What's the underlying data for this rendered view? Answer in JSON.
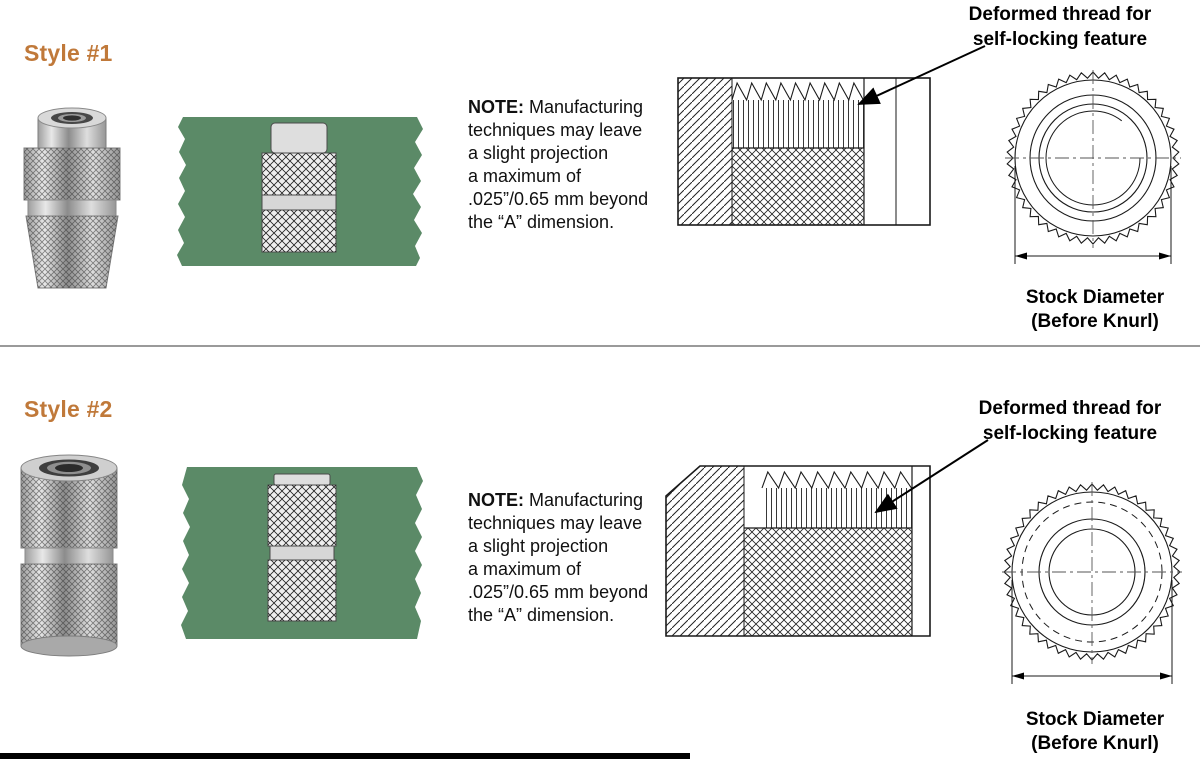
{
  "colors": {
    "heading_orange": "#c0793a",
    "panel_green": "#5b8a67"
  },
  "sections": [
    {
      "title": "Style #1",
      "note": {
        "label": "NOTE:",
        "line1_rest": " Manufacturing",
        "lines": [
          "techniques may leave",
          "a slight projection",
          "a maximum of",
          ".025”/0.65 mm beyond",
          "the “A” dimension."
        ]
      },
      "callout_lines": [
        "Deformed thread for",
        "self-locking feature"
      ],
      "dimension_label": [
        "Stock Diameter",
        "(Before Knurl)"
      ]
    },
    {
      "title": "Style #2",
      "note": {
        "label": "NOTE:",
        "line1_rest": " Manufacturing",
        "lines": [
          "techniques may leave",
          "a slight projection",
          "a maximum of",
          ".025”/0.65 mm beyond",
          "the “A” dimension."
        ]
      },
      "callout_lines": [
        "Deformed thread for",
        "self-locking feature"
      ],
      "dimension_label": [
        "Stock Diameter",
        "(Before Knurl)"
      ]
    }
  ]
}
